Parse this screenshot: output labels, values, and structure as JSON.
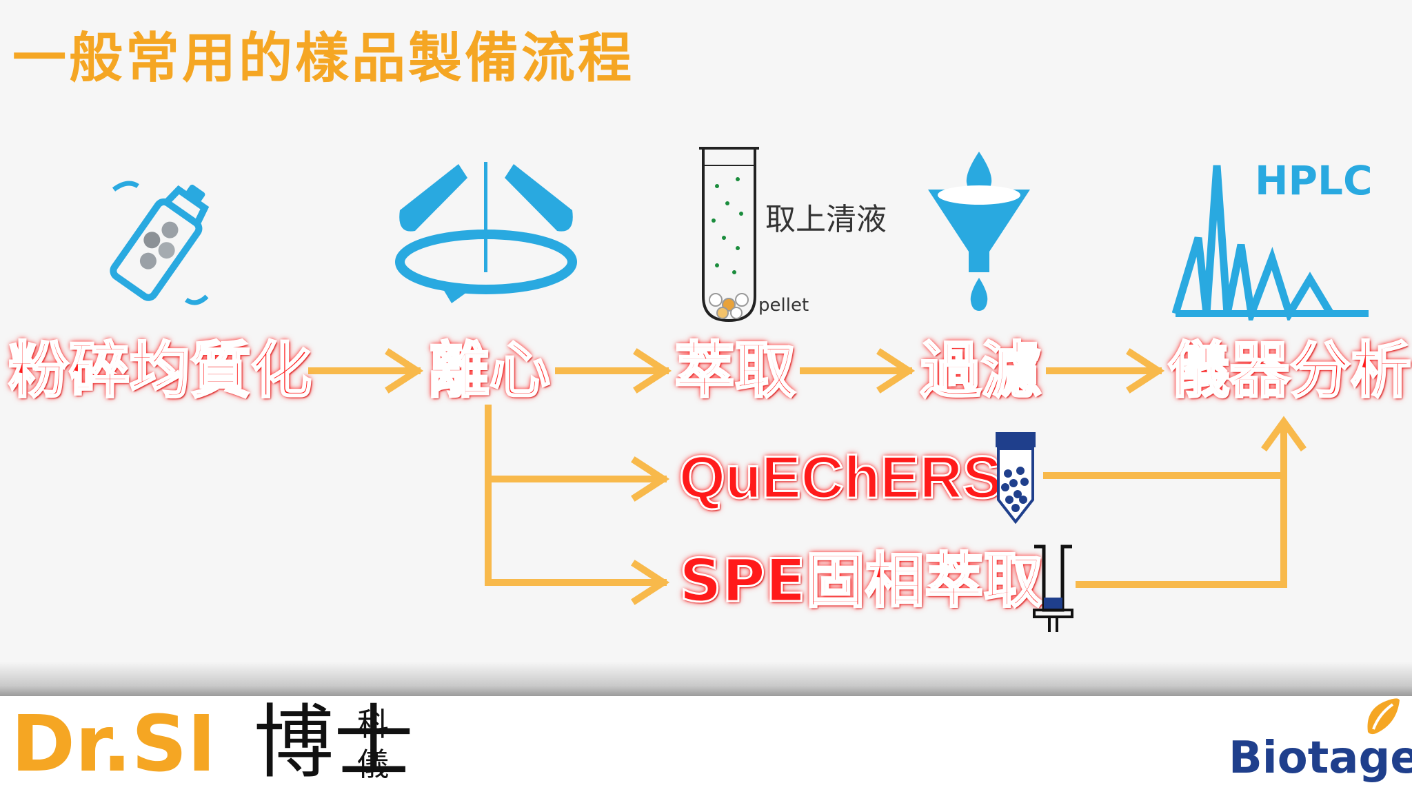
{
  "title": "一般常用的樣品製備流程",
  "steps": {
    "homogenize": "粉碎均質化",
    "centrifuge": "離心",
    "extract": "萃取",
    "filter": "過濾",
    "analysis": "儀器分析",
    "quechers": "QuEChERS",
    "spe": "SPE固相萃取"
  },
  "notes": {
    "supernatant": "取上清液",
    "pellet": "pellet",
    "hplc": "HPLC"
  },
  "logos": {
    "dr": "Dr.SI",
    "boshi": "博士",
    "ke": "科",
    "yi": "儀",
    "biotage": "Biotage"
  },
  "colors": {
    "title": "#f5a623",
    "step_text": "#ff1a1a",
    "arrow": "#f8b94b",
    "icon_blue": "#29a9e0",
    "navy": "#1f3f8c"
  }
}
